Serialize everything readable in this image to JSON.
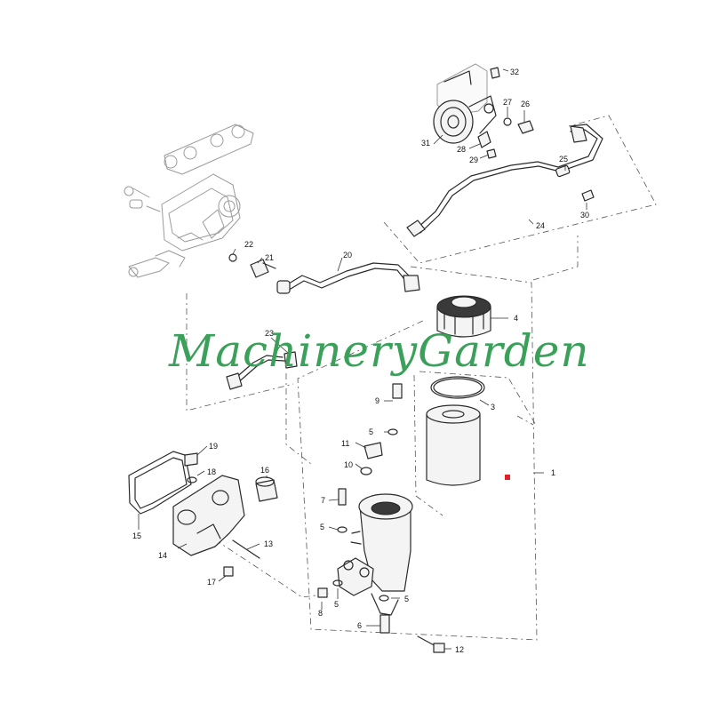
{
  "diagram": {
    "callouts": [
      {
        "id": "1",
        "label": "1"
      },
      {
        "id": "3",
        "label": "3"
      },
      {
        "id": "4",
        "label": "4"
      },
      {
        "id": "5a",
        "label": "5"
      },
      {
        "id": "5b",
        "label": "5"
      },
      {
        "id": "5c",
        "label": "5"
      },
      {
        "id": "5d",
        "label": "5"
      },
      {
        "id": "6",
        "label": "6"
      },
      {
        "id": "7",
        "label": "7"
      },
      {
        "id": "8",
        "label": "8"
      },
      {
        "id": "9",
        "label": "9"
      },
      {
        "id": "10",
        "label": "10"
      },
      {
        "id": "11",
        "label": "11"
      },
      {
        "id": "12",
        "label": "12"
      },
      {
        "id": "13",
        "label": "13"
      },
      {
        "id": "14",
        "label": "14"
      },
      {
        "id": "15",
        "label": "15"
      },
      {
        "id": "16",
        "label": "16"
      },
      {
        "id": "17",
        "label": "17"
      },
      {
        "id": "18",
        "label": "18"
      },
      {
        "id": "19",
        "label": "19"
      },
      {
        "id": "20",
        "label": "20"
      },
      {
        "id": "21",
        "label": "21"
      },
      {
        "id": "22",
        "label": "22"
      },
      {
        "id": "23",
        "label": "23"
      },
      {
        "id": "24",
        "label": "24"
      },
      {
        "id": "25",
        "label": "25"
      },
      {
        "id": "26",
        "label": "26"
      },
      {
        "id": "27",
        "label": "27"
      },
      {
        "id": "28",
        "label": "28"
      },
      {
        "id": "29",
        "label": "29"
      },
      {
        "id": "30",
        "label": "30"
      },
      {
        "id": "31",
        "label": "31"
      },
      {
        "id": "32",
        "label": "32"
      }
    ]
  },
  "watermark": {
    "text": "MachineryGarden",
    "color": "#3aa05a"
  },
  "colors": {
    "marker": "#e0202a",
    "line": "#2a2a2a",
    "ghost": "#9a9a9a"
  }
}
